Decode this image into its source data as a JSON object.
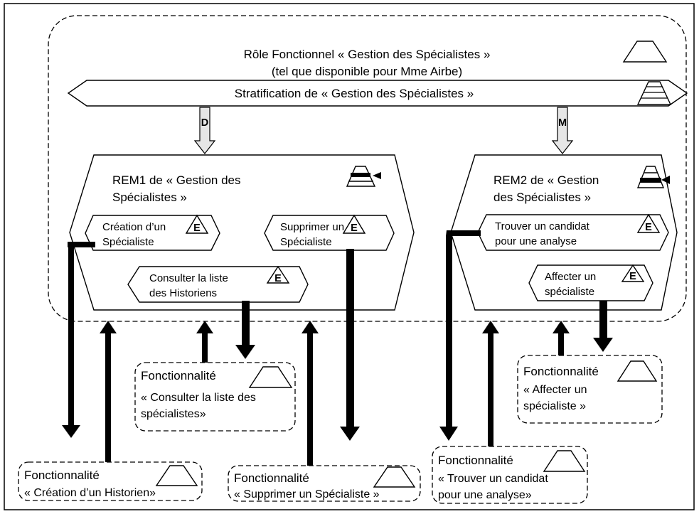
{
  "role": {
    "title_line1": "Rôle Fonctionnel « Gestion des Spécialistes »",
    "title_line2": "(tel que disponible pour Mme Airbe)"
  },
  "stratification": {
    "label": "Stratification de « Gestion des Spécialistes »"
  },
  "arrows": {
    "d_label": "D",
    "m_label": "M"
  },
  "rem1": {
    "title_line1": "REM1 de « Gestion des",
    "title_line2": "Spécialistes »",
    "elements": [
      {
        "line1": "Création d’un",
        "line2": "Spécialiste",
        "badge": "E"
      },
      {
        "line1": "Supprimer un",
        "line2": "Spécialiste",
        "badge": "E"
      },
      {
        "line1": "Consulter la liste",
        "line2": "des Historiens",
        "badge": "E"
      }
    ]
  },
  "rem2": {
    "title_line1": "REM2 de « Gestion",
    "title_line2": "des Spécialistes »",
    "elements": [
      {
        "line1": "Trouver un candidat",
        "line2": "pour une analyse",
        "badge": "E"
      },
      {
        "line1": "Affecter un",
        "line2": "spécialiste",
        "badge": "E"
      }
    ]
  },
  "functionalities": [
    {
      "title": "Fonctionnalité",
      "line1": "« Consulter la liste des",
      "line2": "spécialistes»"
    },
    {
      "title": "Fonctionnalité",
      "line1": "« Affecter un",
      "line2": "spécialiste »"
    },
    {
      "title": "Fonctionnalité",
      "line1": "« Création d’un Historien»",
      "line2": ""
    },
    {
      "title": "Fonctionnalité",
      "line1": "« Supprimer un Spécialiste »",
      "line2": ""
    },
    {
      "title": "Fonctionnalité",
      "line1": "« Trouver un candidat",
      "line2": "pour une analyse»"
    }
  ]
}
